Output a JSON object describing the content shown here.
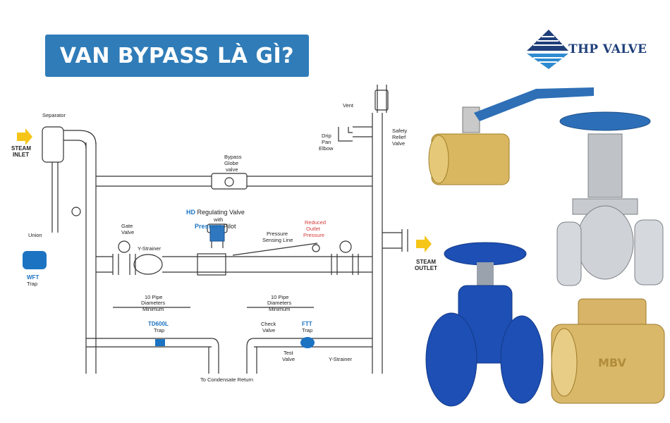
{
  "header": {
    "title": "VAN BYPASS LÀ GÌ?"
  },
  "brand": {
    "name": "THP VALVE",
    "color": "#1f3f7a"
  },
  "colors": {
    "banner": "#2f7cb8",
    "arrow": "#f5c518",
    "label_blue": "#1b73c2",
    "label_red": "#d63a3a",
    "valve_blue": "#1d4fb5"
  },
  "diagram": {
    "labels": {
      "separator": "Separator",
      "steam_inlet_1": "STEAM",
      "steam_inlet_2": "INLET",
      "union": "Union",
      "wft_1": "WFT",
      "wft_2": "Trap",
      "gate_valve_1": "Gate",
      "gate_valve_2": "Valve",
      "y_strainer": "Y-Strainer",
      "bypass_1": "Bypass",
      "bypass_2": "Globe",
      "bypass_3": "valve",
      "hd_1": "HD",
      "hd_1b": " Regulating Valve",
      "hd_2": "with",
      "hd_3": "Pressure",
      "hd_3b": " Pilot",
      "pressure_sensing_1": "Pressure",
      "pressure_sensing_2": "Sensing Line",
      "reduced_1": "Reduced",
      "reduced_2": "Outlet",
      "reduced_3": "Pressure",
      "vent": "Vent",
      "drip_1": "Drip",
      "drip_2": "Pan",
      "drip_3": "Elbow",
      "safety_1": "Safety",
      "safety_2": "Relief",
      "safety_3": "Valve",
      "steam_outlet_1": "STEAM",
      "steam_outlet_2": "OUTLET",
      "pipe_left_1": "10 Pipe",
      "pipe_left_2": "Diameters",
      "pipe_left_3": "Minimum",
      "pipe_right_1": "10 Pipe",
      "pipe_right_2": "Diameters",
      "pipe_right_3": "Minimum",
      "td600l_1": "TD600L",
      "td600l_2": "Trap",
      "check_1": "Check",
      "check_2": "Valve",
      "ftt_1": "FTT",
      "ftt_2": "Trap",
      "test_1": "Test",
      "test_2": "Valve",
      "y_strainer_2": "Y-Strainer",
      "condensate": "To Condensate Return"
    }
  },
  "products": [
    {
      "name": "brass-ball-valve-icon",
      "handle_label": ""
    },
    {
      "name": "stainless-globe-valve-icon"
    },
    {
      "name": "blue-gate-valve-icon"
    },
    {
      "name": "brass-check-valve-icon",
      "marking": "MBV"
    }
  ]
}
